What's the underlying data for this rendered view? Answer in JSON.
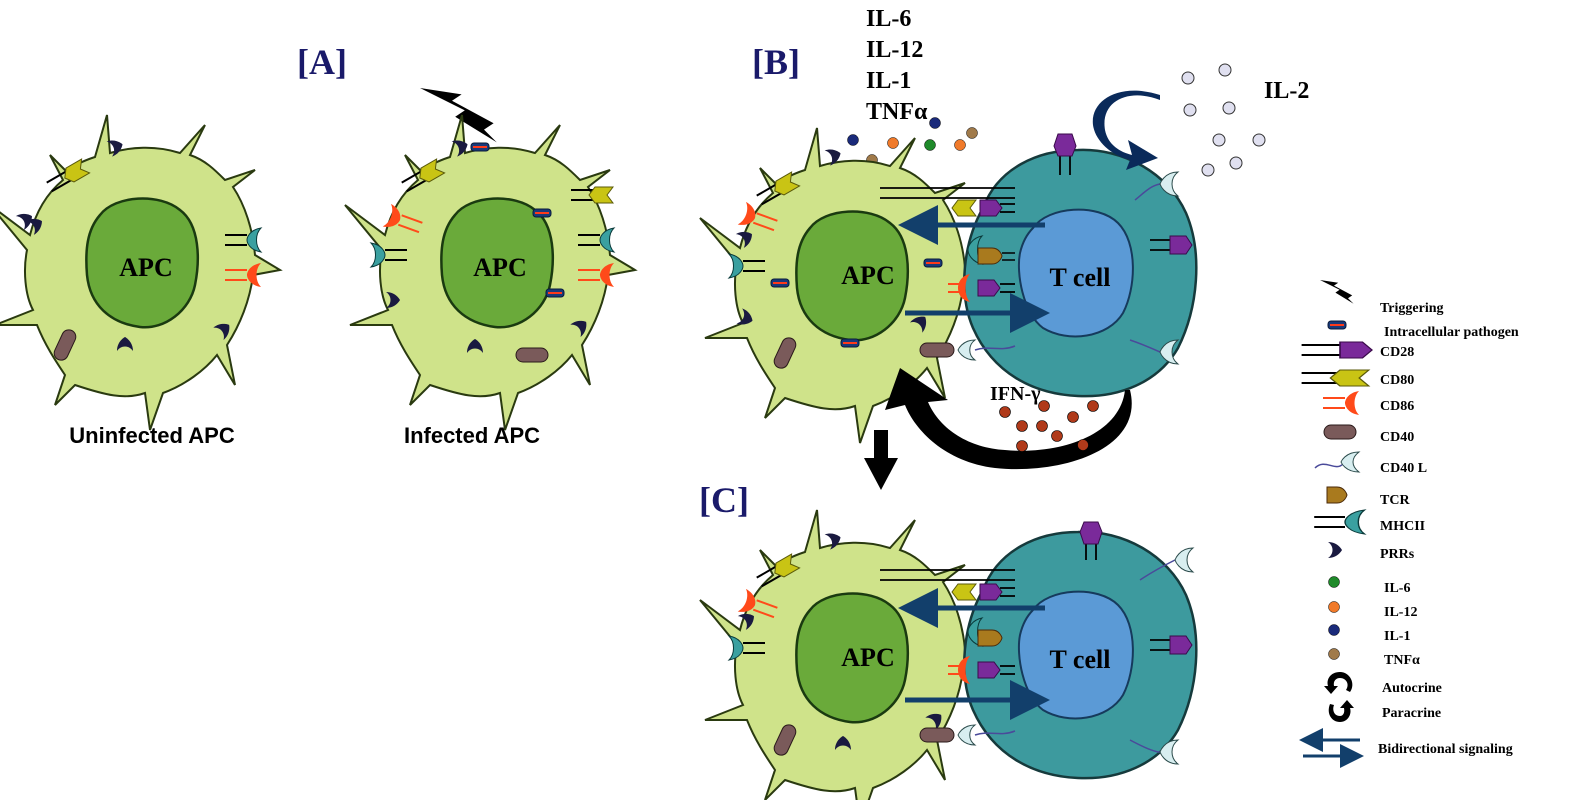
{
  "panels": {
    "a": "[A]",
    "b": "[B]",
    "c": "[C]"
  },
  "captions": {
    "uninfected": "Uninfected APC",
    "infected": "Infected APC"
  },
  "cells": {
    "apc": "APC",
    "tcell": "T cell"
  },
  "cytokines": [
    "IL-6",
    "IL-12",
    "IL-1",
    "TNFα"
  ],
  "il2": "IL-2",
  "ifn": "IFN-γ",
  "legend": {
    "triggering": "Triggering",
    "pathogen": "Intracellular pathogen",
    "cd28": "CD28",
    "cd80": "CD80",
    "cd86": "CD86",
    "cd40": "CD40",
    "cd40l": "CD40 L",
    "tcr": "TCR",
    "mhcii": "MHCII",
    "prrs": "PRRs",
    "il6": "IL-6",
    "il12": "IL-12",
    "il1": "IL-1",
    "tnfa": "TNFα",
    "autocrine": "Autocrine",
    "paracrine": "Paracrine",
    "bidirectional": "Bidirectional signaling"
  },
  "colors": {
    "apc_body": "#cfe38a",
    "apc_nucleus": "#6aaa3a",
    "tcell_body": "#3d9a9e",
    "tcell_nucleus": "#5b9ad6",
    "arrow": "#123f6b",
    "cd28": "#7a2a9a",
    "cd80": "#c9c414",
    "cd86": "#ff4a1a",
    "cd40": "#7a5a5a",
    "tcr": "#a97a1e",
    "mhcii": "#3aa0a0",
    "prr": "#1a1a40",
    "il6": "#1f8a2a",
    "il12": "#f07a2a",
    "il1": "#1a2a7a",
    "tnfa": "#a07a4a",
    "ifn": "#b03a1a",
    "il2": "#e0e0f0"
  }
}
